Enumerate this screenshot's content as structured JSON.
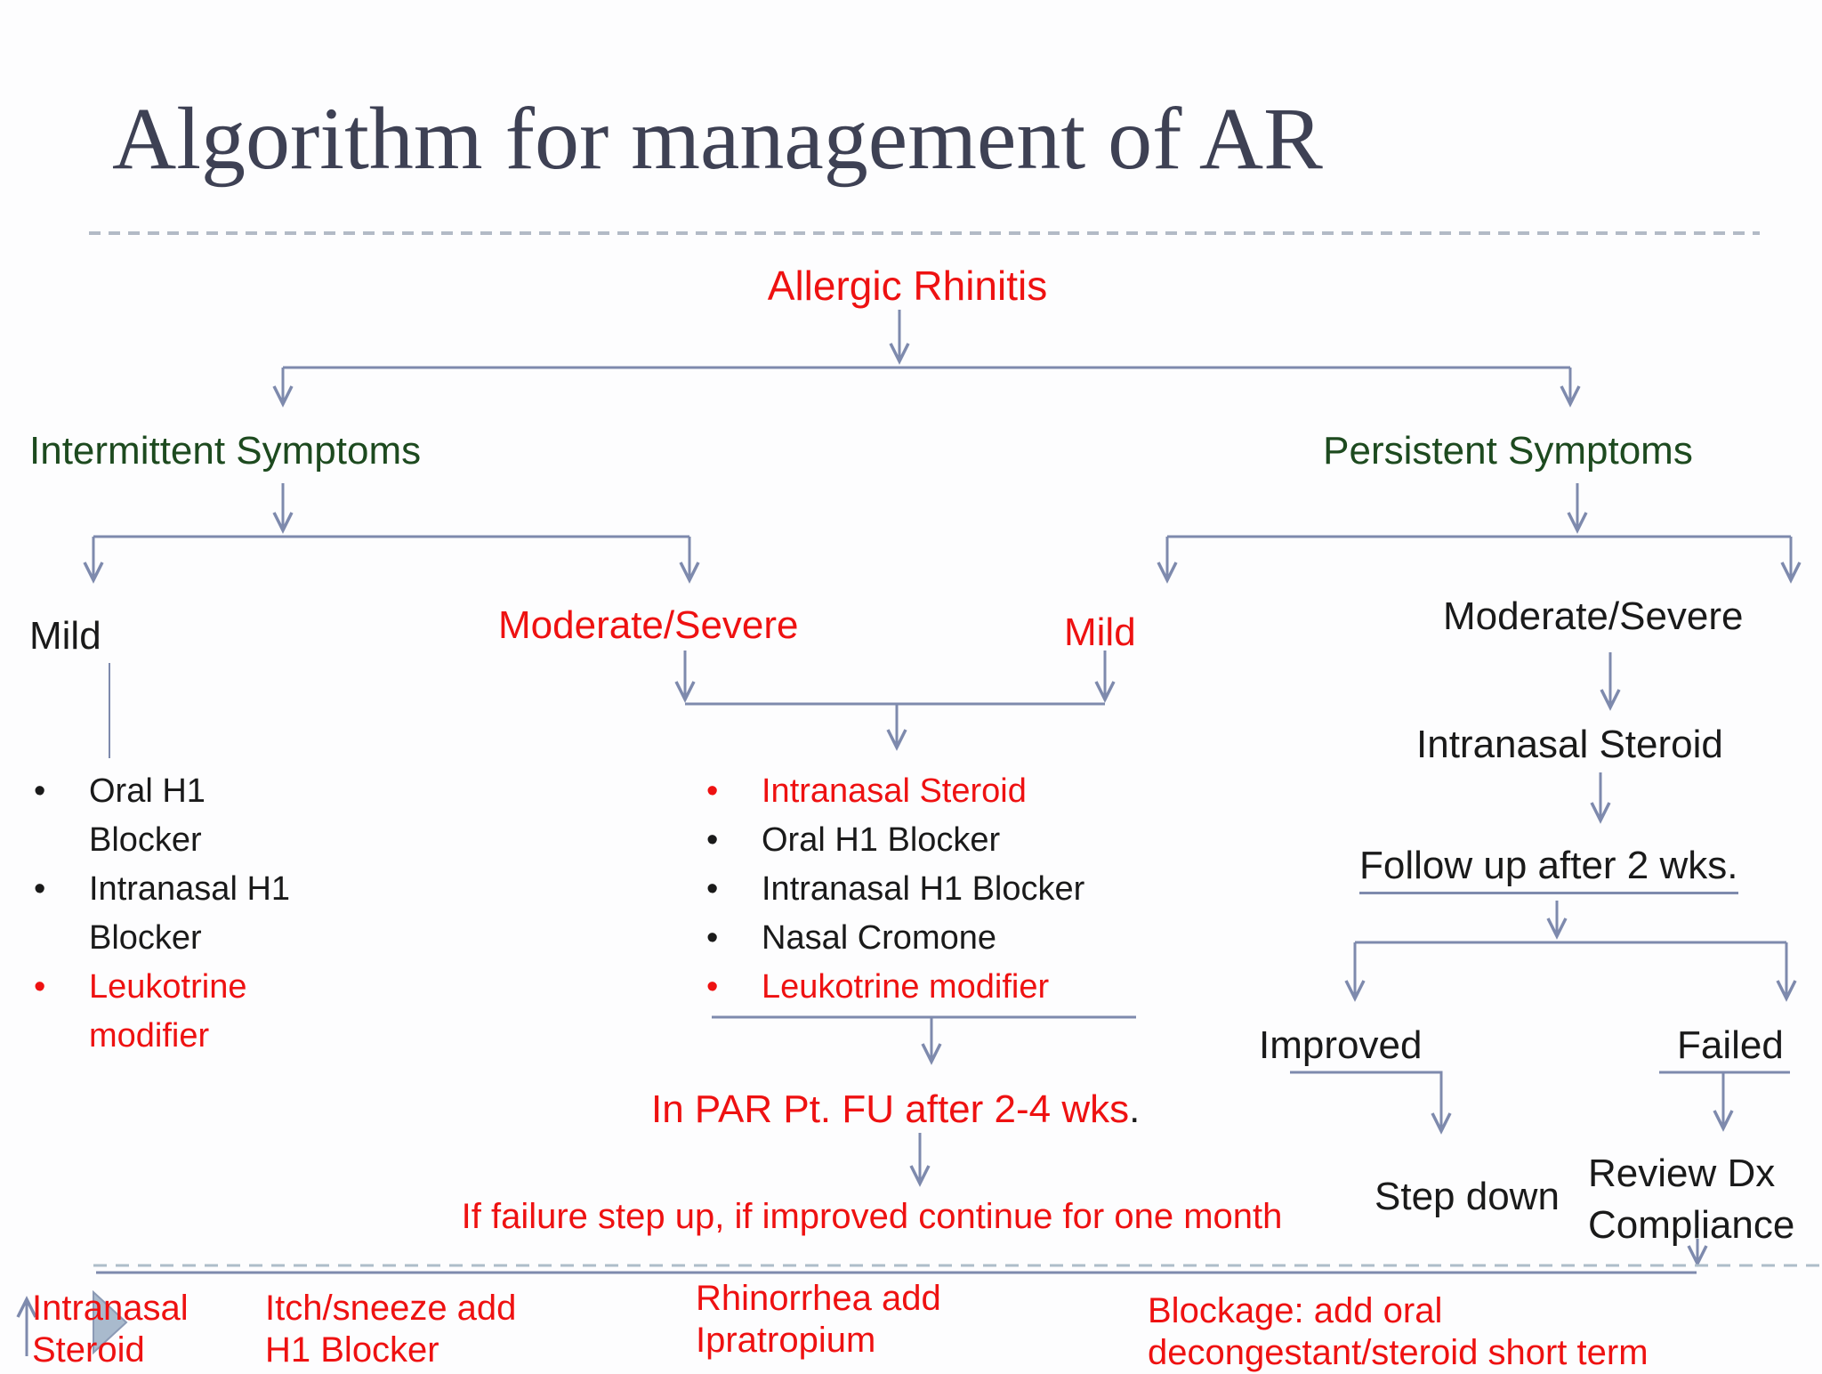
{
  "title": "Algorithm for management of AR",
  "colors": {
    "red": "#ee1111",
    "green": "#1d4a1f",
    "black": "#1a1a1a",
    "line": "#7e8aad",
    "title": "#3e4154",
    "dashed": "#b2bac6"
  },
  "root": {
    "label": "Allergic Rhinitis"
  },
  "branches": {
    "intermittent": {
      "label": "Intermittent Symptoms",
      "mild": {
        "label": "Mild",
        "items": [
          {
            "text": "Oral H1 Blocker",
            "color": "black"
          },
          {
            "text": "Intranasal H1 Blocker",
            "color": "black"
          },
          {
            "text": "Leukotrine modifier",
            "color": "red"
          }
        ]
      },
      "moderate_severe": {
        "label": "Moderate/Severe"
      }
    },
    "persistent": {
      "label": "Persistent Symptoms",
      "mild": {
        "label": "Mild"
      },
      "moderate_severe": {
        "label": "Moderate/Severe"
      }
    }
  },
  "middle": {
    "items": [
      {
        "text": "Intranasal Steroid",
        "color": "red"
      },
      {
        "text": "Oral H1 Blocker",
        "color": "black"
      },
      {
        "text": "Intranasal H1 Blocker",
        "color": "black"
      },
      {
        "text": "Nasal Cromone",
        "color": "black"
      },
      {
        "text": "Leukotrine modifier",
        "color": "red"
      }
    ],
    "followup_text": "In PAR Pt. FU after 2-4 wks",
    "followup_period": ".",
    "failure_note": "If failure step up, if improved continue for one month"
  },
  "right": {
    "intranasal_steroid": "Intranasal Steroid",
    "followup": "Follow up after 2 wks.",
    "improved": "Improved",
    "failed": "Failed",
    "step_down": "Step down",
    "review_line1": "Review Dx",
    "review_line2": "Compliance"
  },
  "footer": {
    "labels": [
      {
        "lines": [
          "Intranasal",
          "Steroid"
        ]
      },
      {
        "lines": [
          "Itch/sneeze add",
          "H1 Blocker"
        ]
      },
      {
        "lines": [
          "Rhinorrhea add",
          "Ipratropium"
        ]
      },
      {
        "lines": [
          "Blockage: add oral",
          "decongestant/steroid short term"
        ]
      }
    ]
  }
}
